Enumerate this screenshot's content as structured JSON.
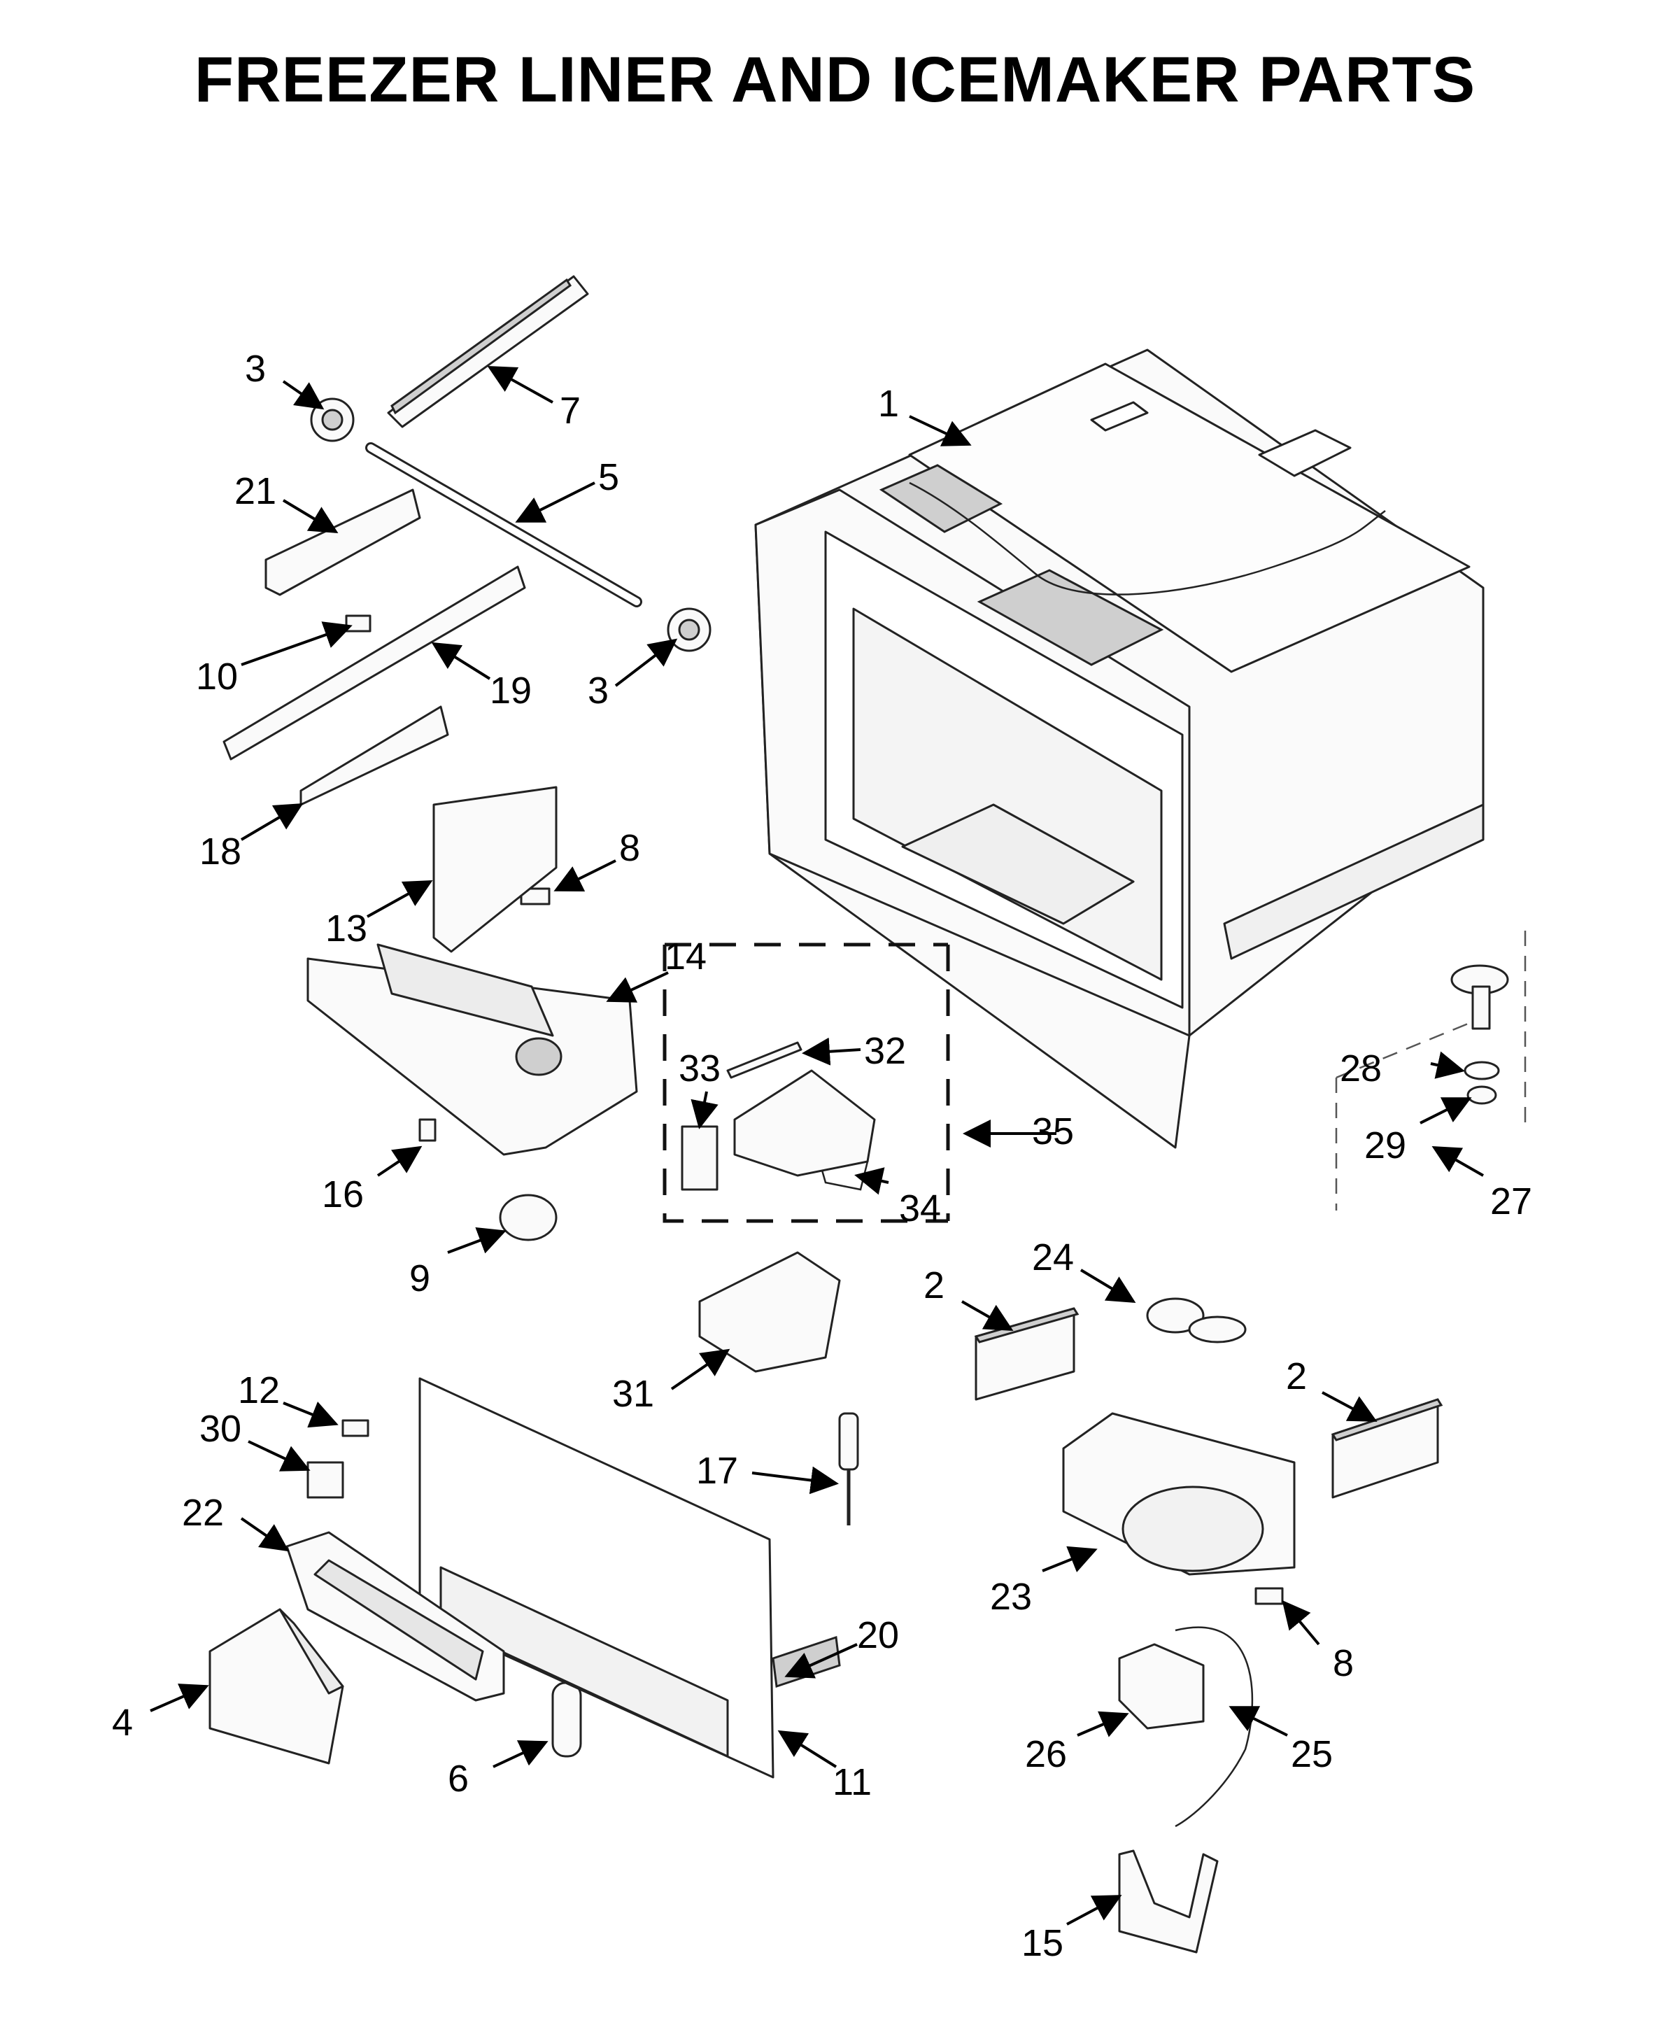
{
  "title": "FREEZER LINER AND ICEMAKER PARTS",
  "callouts": {
    "p1": "1",
    "p2a": "2",
    "p2b": "2",
    "p3a": "3",
    "p3b": "3",
    "p4": "4",
    "p5": "5",
    "p6": "6",
    "p7": "7",
    "p8a": "8",
    "p8b": "8",
    "p9": "9",
    "p10": "10",
    "p11": "11",
    "p12": "12",
    "p13": "13",
    "p14": "14",
    "p15": "15",
    "p16": "16",
    "p17": "17",
    "p18": "18",
    "p19": "19",
    "p20": "20",
    "p21": "21",
    "p22": "22",
    "p23": "23",
    "p24": "24",
    "p25": "25",
    "p26": "26",
    "p27": "27",
    "p28": "28",
    "p29": "29",
    "p30": "30",
    "p31": "31",
    "p32": "32",
    "p33": "33",
    "p34": "34",
    "p35": "35"
  }
}
